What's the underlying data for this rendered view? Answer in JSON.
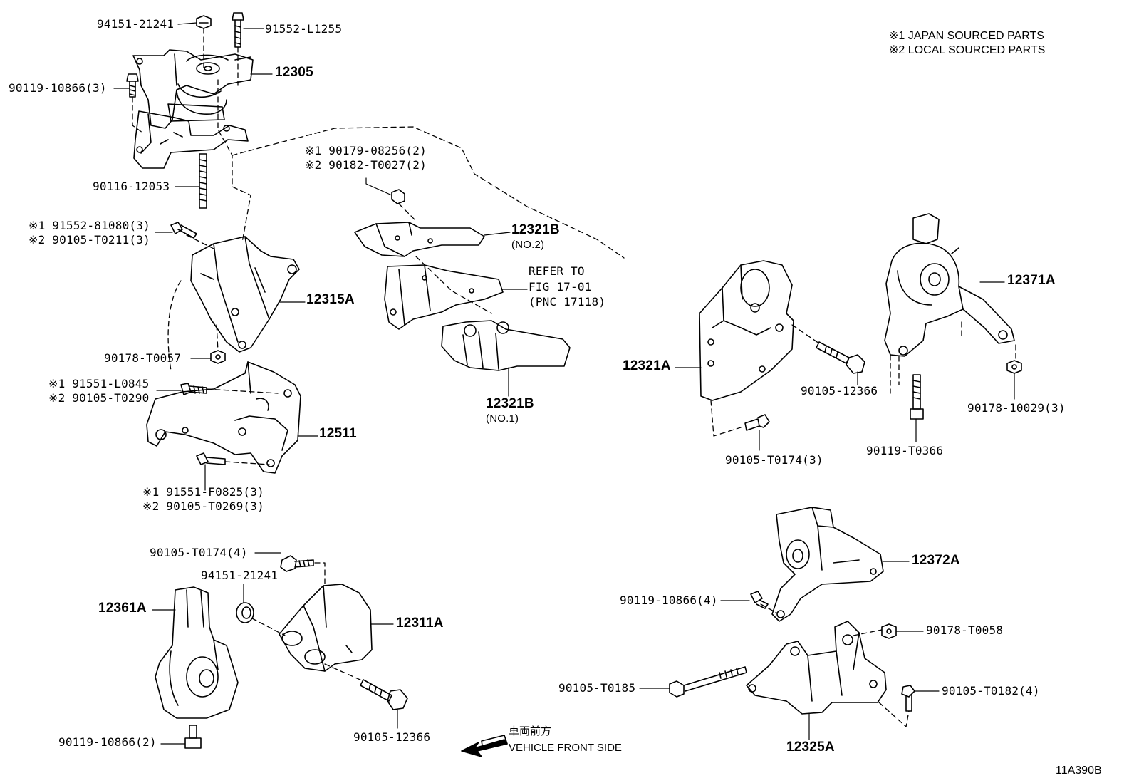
{
  "notes": {
    "line1": "※1 JAPAN SOURCED PARTS",
    "line2": "※2 LOCAL SOURCED PARTS"
  },
  "labels": {
    "p94151_top": "94151-21241",
    "p91552_L1255": "91552-L1255",
    "p12305": "12305",
    "p90119_10866_3": "90119-10866(3)",
    "p90116_12053": "90116-12053",
    "p91552_81080": "※1 91552-81080(3)",
    "p90105_T0211": "※2 90105-T0211(3)",
    "p12315A": "12315A",
    "p90178_T0057": "90178-T0057",
    "p91551_L0845": "※1 91551-L0845",
    "p90105_T0290": "※2 90105-T0290",
    "p12511": "12511",
    "p91551_F0825": "※1 91551-F0825(3)",
    "p90105_T0269": "※2 90105-T0269(3)",
    "p90179_08256": "※1 90179-08256(2)",
    "p90182_T0027": "※2 90182-T0027(2)",
    "p12321B_no2": "12321B",
    "no2": "(NO.2)",
    "refer1": "REFER TO",
    "refer2": "FIG 17-01",
    "refer3": "(PNC 17118)",
    "p12321B_no1": "12321B",
    "no1": "(NO.1)",
    "p12321A": "12321A",
    "p90105_12366_r": "90105-12366",
    "p90105_T0174_3": "90105-T0174(3)",
    "p12371A": "12371A",
    "p90178_10029": "90178-10029(3)",
    "p90119_T0366": "90119-T0366",
    "p90105_T0174_4": "90105-T0174(4)",
    "p94151_mid": "94151-21241",
    "p12361A": "12361A",
    "p12311A": "12311A",
    "p90119_10866_2": "90119-10866(2)",
    "p90105_12366_b": "90105-12366",
    "front_jp": "車両前方",
    "front_en": "VEHICLE FRONT SIDE",
    "p12372A": "12372A",
    "p90119_10866_4": "90119-10866(4)",
    "p90178_T0058": "90178-T0058",
    "p90105_T0185": "90105-T0185",
    "p90105_T0182": "90105-T0182(4)",
    "p12325A": "12325A",
    "figure_id": "11A390B"
  }
}
